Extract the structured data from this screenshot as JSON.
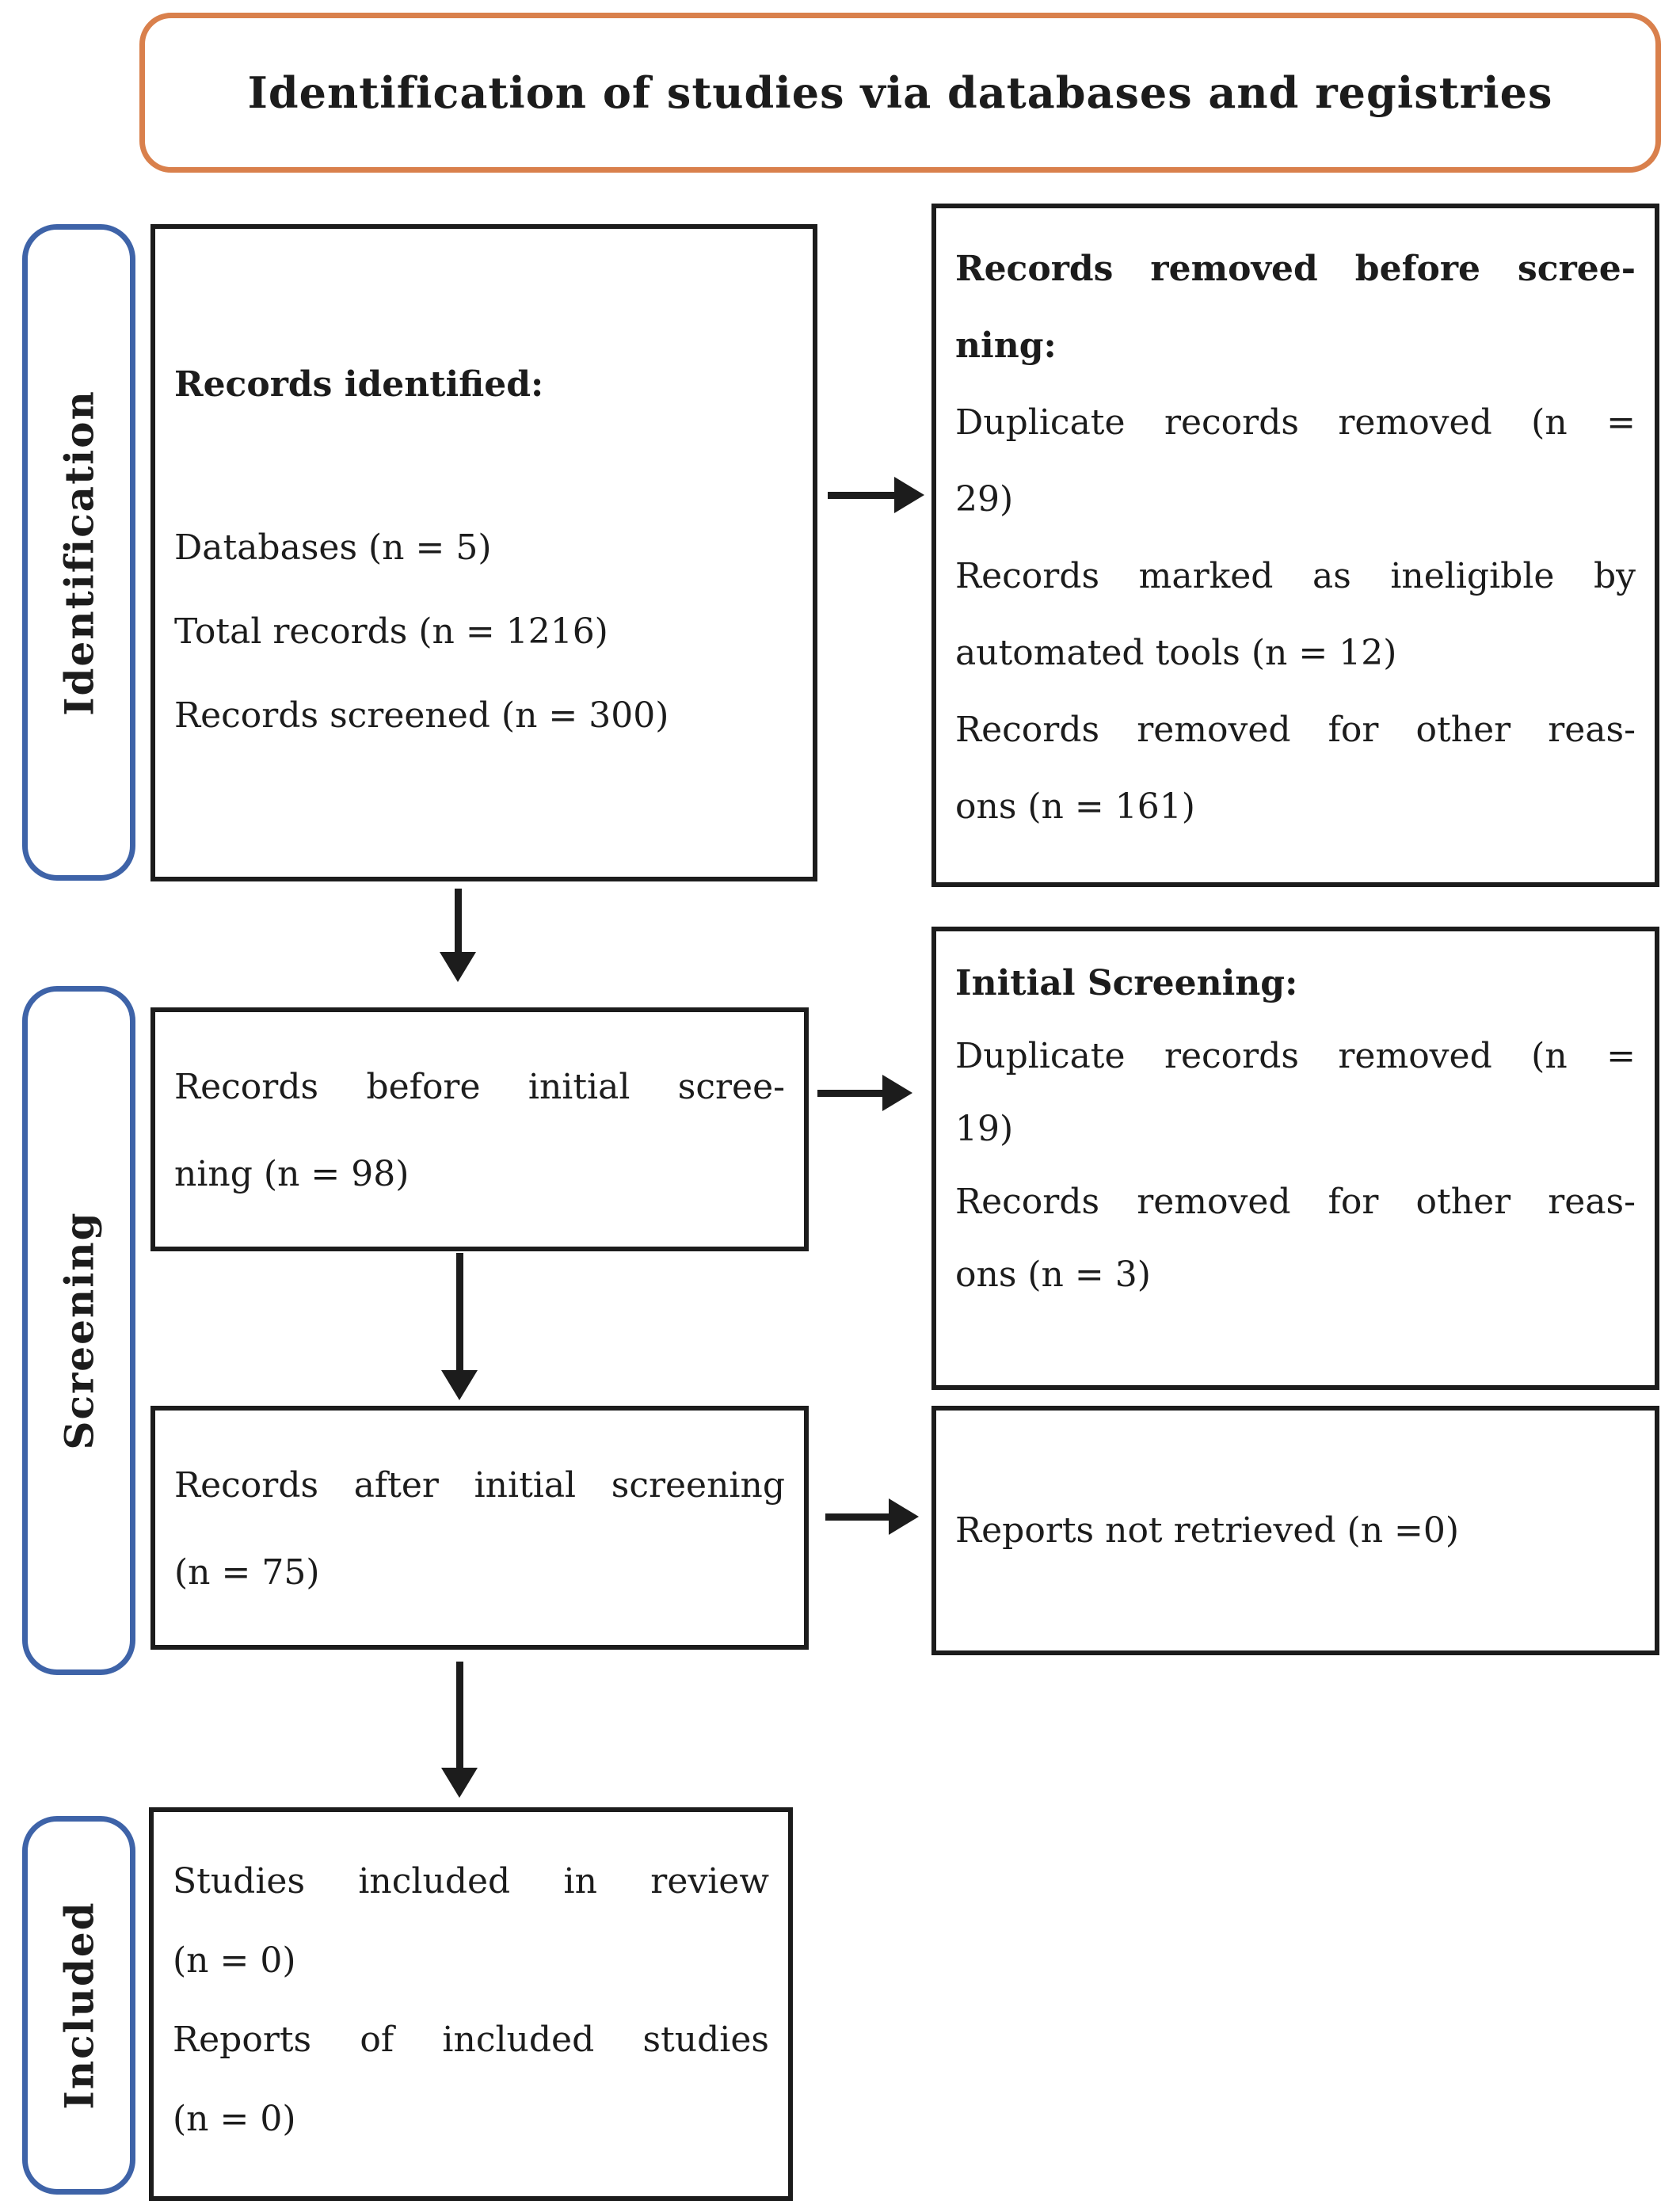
{
  "title": {
    "label": "Identification of studies via databases and registries"
  },
  "colors": {
    "ink": "#1c1c1c",
    "blue": "#3e63a8",
    "orange": "#d9804c"
  },
  "sidebar": {
    "items": [
      {
        "label": "Identification"
      },
      {
        "label": "Screening"
      },
      {
        "label": "Included"
      }
    ]
  },
  "flow": {
    "records_identified": {
      "heading": "Records identified:",
      "lines": [
        "Databases (n = 5)",
        "Total records (n = 1216)",
        "Records screened (n = 300)"
      ]
    },
    "removed_before_screening": {
      "heading_lines": [
        "Records removed before scree-",
        "ning:"
      ],
      "lines": [
        "Duplicate records removed (n =",
        "29)",
        "Records marked as ineligible by",
        "automated tools (n = 12)",
        "Records removed for other reas-",
        "ons (n = 161)"
      ]
    },
    "before_initial_screening": {
      "lines": [
        "Records before initial scree-",
        "ning (n = 98)"
      ]
    },
    "initial_screening": {
      "heading": "Initial Screening:",
      "lines": [
        "Duplicate records removed (n =",
        "19)",
        "Records removed for other reas-",
        "ons (n = 3)"
      ]
    },
    "after_initial_screening": {
      "lines": [
        "Records after initial screening",
        "(n = 75)"
      ]
    },
    "reports_not_retrieved": {
      "line": "Reports not retrieved (n =0)"
    },
    "included": {
      "lines": [
        "Studies included in review",
        "(n = 0)",
        "Reports of included studies",
        "(n = 0)"
      ]
    }
  }
}
